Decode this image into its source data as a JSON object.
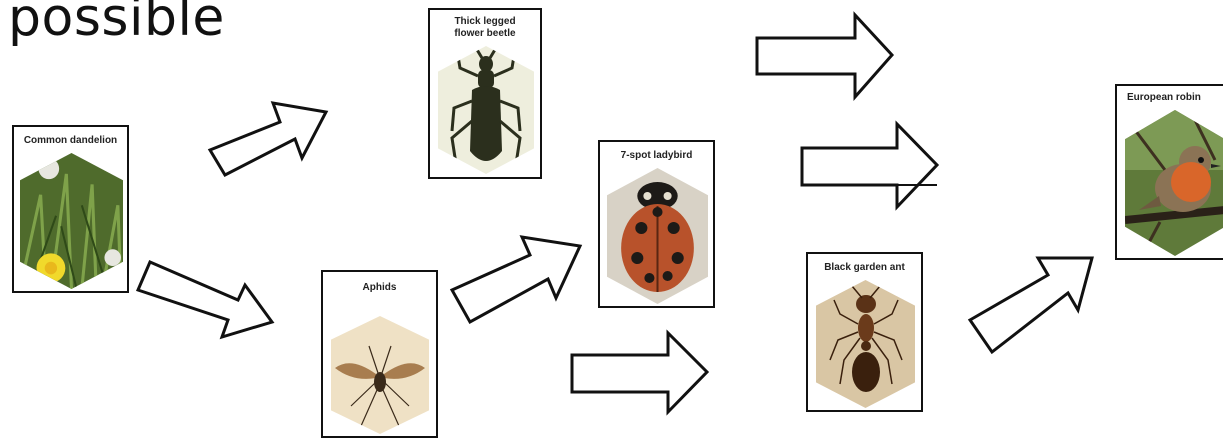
{
  "heading": "possible",
  "organisms": {
    "dandelion": {
      "label": "Common dandelion"
    },
    "beetle": {
      "label": "Thick legged flower beetle"
    },
    "aphids": {
      "label": "Aphids"
    },
    "ladybird": {
      "label": "7-spot ladybird"
    },
    "ant": {
      "label": "Black garden ant"
    },
    "robin": {
      "label": "European robin"
    }
  },
  "colors": {
    "arrow_stroke": "#111111",
    "card_border": "#111111"
  }
}
